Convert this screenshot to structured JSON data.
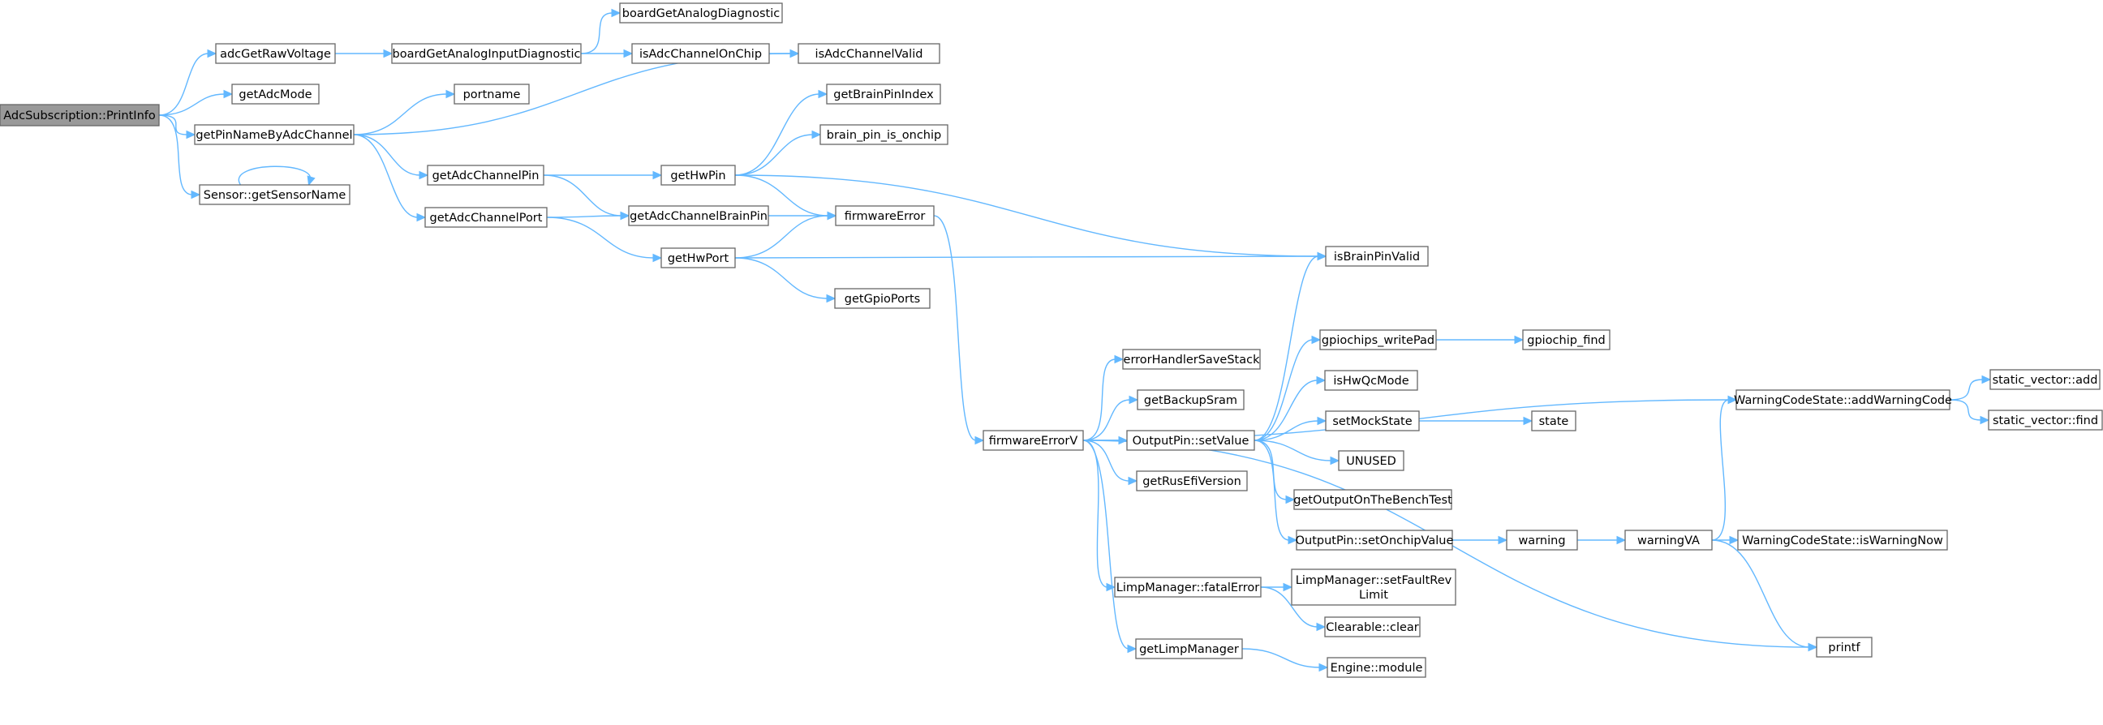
{
  "diagram": {
    "edge_color": "#63b8ff",
    "root_fill": "#999999",
    "node_border": "#666666",
    "nodes": [
      {
        "id": "root",
        "label": [
          "AdcSubscription::PrintInfo"
        ],
        "root": true
      },
      {
        "id": "adcGetRawVoltage",
        "label": [
          "adcGetRawVoltage"
        ]
      },
      {
        "id": "getAdcMode",
        "label": [
          "getAdcMode"
        ]
      },
      {
        "id": "getPinNameByAdcChannel",
        "label": [
          "getPinNameByAdcChannel"
        ]
      },
      {
        "id": "getSensorName",
        "label": [
          "Sensor::getSensorName"
        ]
      },
      {
        "id": "boardGetAnalogInputDiagnostic",
        "label": [
          "boardGetAnalogInputDiagnostic"
        ]
      },
      {
        "id": "boardGetAnalogDiagnostic",
        "label": [
          "boardGetAnalogDiagnostic"
        ]
      },
      {
        "id": "isAdcChannelOnChip",
        "label": [
          "isAdcChannelOnChip"
        ]
      },
      {
        "id": "isAdcChannelValid",
        "label": [
          "isAdcChannelValid"
        ]
      },
      {
        "id": "portname",
        "label": [
          "portname"
        ]
      },
      {
        "id": "getAdcChannelPin",
        "label": [
          "getAdcChannelPin"
        ]
      },
      {
        "id": "getAdcChannelPort",
        "label": [
          "getAdcChannelPort"
        ]
      },
      {
        "id": "getHwPin",
        "label": [
          "getHwPin"
        ]
      },
      {
        "id": "getAdcChannelBrainPin",
        "label": [
          "getAdcChannelBrainPin"
        ]
      },
      {
        "id": "getHwPort",
        "label": [
          "getHwPort"
        ]
      },
      {
        "id": "getBrainPinIndex",
        "label": [
          "getBrainPinIndex"
        ]
      },
      {
        "id": "brain_pin_is_onchip",
        "label": [
          "brain_pin_is_onchip"
        ]
      },
      {
        "id": "firmwareError",
        "label": [
          "firmwareError"
        ]
      },
      {
        "id": "getGpioPorts",
        "label": [
          "getGpioPorts"
        ]
      },
      {
        "id": "isBrainPinValid",
        "label": [
          "isBrainPinValid"
        ]
      },
      {
        "id": "firmwareErrorV",
        "label": [
          "firmwareErrorV"
        ]
      },
      {
        "id": "errorHandlerSaveStack",
        "label": [
          "errorHandlerSaveStack"
        ]
      },
      {
        "id": "getBackupSram",
        "label": [
          "getBackupSram"
        ]
      },
      {
        "id": "setValue",
        "label": [
          "OutputPin::setValue"
        ]
      },
      {
        "id": "getRusEfiVersion",
        "label": [
          "getRusEfiVersion"
        ]
      },
      {
        "id": "fatalError",
        "label": [
          "LimpManager::fatalError"
        ]
      },
      {
        "id": "getLimpManager",
        "label": [
          "getLimpManager"
        ]
      },
      {
        "id": "gpiochips_writePad",
        "label": [
          "gpiochips_writePad"
        ]
      },
      {
        "id": "gpiochip_find",
        "label": [
          "gpiochip_find"
        ]
      },
      {
        "id": "isHwQcMode",
        "label": [
          "isHwQcMode"
        ]
      },
      {
        "id": "setMockState",
        "label": [
          "setMockState"
        ]
      },
      {
        "id": "state",
        "label": [
          "state"
        ]
      },
      {
        "id": "UNUSED",
        "label": [
          "UNUSED"
        ]
      },
      {
        "id": "getOutputOnTheBenchTest",
        "label": [
          "getOutputOnTheBenchTest"
        ]
      },
      {
        "id": "setOnchipValue",
        "label": [
          "OutputPin::setOnchipValue"
        ]
      },
      {
        "id": "warning",
        "label": [
          "warning"
        ]
      },
      {
        "id": "warningVA",
        "label": [
          "warningVA"
        ]
      },
      {
        "id": "setFaultRevLimit",
        "label": [
          "LimpManager::setFaultRev",
          "Limit"
        ]
      },
      {
        "id": "clear",
        "label": [
          "Clearable::clear"
        ]
      },
      {
        "id": "module",
        "label": [
          "Engine::module"
        ]
      },
      {
        "id": "addWarningCode",
        "label": [
          "WarningCodeState::addWarningCode"
        ]
      },
      {
        "id": "static_vector_add",
        "label": [
          "static_vector::add"
        ]
      },
      {
        "id": "static_vector_find",
        "label": [
          "static_vector::find"
        ]
      },
      {
        "id": "isWarningNow",
        "label": [
          "WarningCodeState::isWarningNow"
        ]
      },
      {
        "id": "printf",
        "label": [
          "printf"
        ]
      }
    ],
    "edges": [
      [
        "root",
        "adcGetRawVoltage"
      ],
      [
        "root",
        "getAdcMode"
      ],
      [
        "root",
        "getPinNameByAdcChannel"
      ],
      [
        "root",
        "getSensorName"
      ],
      [
        "getSensorName",
        "getSensorName"
      ],
      [
        "adcGetRawVoltage",
        "boardGetAnalogInputDiagnostic"
      ],
      [
        "boardGetAnalogInputDiagnostic",
        "boardGetAnalogDiagnostic"
      ],
      [
        "boardGetAnalogInputDiagnostic",
        "isAdcChannelOnChip"
      ],
      [
        "isAdcChannelOnChip",
        "isAdcChannelValid"
      ],
      [
        "getPinNameByAdcChannel",
        "isAdcChannelValid"
      ],
      [
        "getPinNameByAdcChannel",
        "portname"
      ],
      [
        "getPinNameByAdcChannel",
        "getAdcChannelPin"
      ],
      [
        "getPinNameByAdcChannel",
        "getAdcChannelPort"
      ],
      [
        "getAdcChannelPin",
        "getHwPin"
      ],
      [
        "getAdcChannelPin",
        "getAdcChannelBrainPin"
      ],
      [
        "getAdcChannelPort",
        "getAdcChannelBrainPin"
      ],
      [
        "getAdcChannelPort",
        "getHwPort"
      ],
      [
        "getHwPin",
        "getBrainPinIndex"
      ],
      [
        "getHwPin",
        "brain_pin_is_onchip"
      ],
      [
        "getHwPin",
        "firmwareError"
      ],
      [
        "getHwPin",
        "isBrainPinValid"
      ],
      [
        "getAdcChannelBrainPin",
        "firmwareError"
      ],
      [
        "getHwPort",
        "firmwareError"
      ],
      [
        "getHwPort",
        "isBrainPinValid"
      ],
      [
        "getHwPort",
        "getGpioPorts"
      ],
      [
        "firmwareError",
        "firmwareErrorV"
      ],
      [
        "firmwareErrorV",
        "addWarningCode"
      ],
      [
        "firmwareErrorV",
        "errorHandlerSaveStack"
      ],
      [
        "firmwareErrorV",
        "getBackupSram"
      ],
      [
        "firmwareErrorV",
        "setValue"
      ],
      [
        "firmwareErrorV",
        "getRusEfiVersion"
      ],
      [
        "firmwareErrorV",
        "fatalError"
      ],
      [
        "firmwareErrorV",
        "getLimpManager"
      ],
      [
        "firmwareErrorV",
        "printf"
      ],
      [
        "setValue",
        "isBrainPinValid"
      ],
      [
        "setValue",
        "gpiochips_writePad"
      ],
      [
        "setValue",
        "isHwQcMode"
      ],
      [
        "setValue",
        "setMockState"
      ],
      [
        "setValue",
        "UNUSED"
      ],
      [
        "setValue",
        "getOutputOnTheBenchTest"
      ],
      [
        "setValue",
        "setOnchipValue"
      ],
      [
        "gpiochips_writePad",
        "gpiochip_find"
      ],
      [
        "setMockState",
        "state"
      ],
      [
        "setOnchipValue",
        "warning"
      ],
      [
        "warning",
        "warningVA"
      ],
      [
        "warningVA",
        "addWarningCode"
      ],
      [
        "warningVA",
        "isWarningNow"
      ],
      [
        "warningVA",
        "printf"
      ],
      [
        "addWarningCode",
        "static_vector_add"
      ],
      [
        "addWarningCode",
        "static_vector_find"
      ],
      [
        "fatalError",
        "setFaultRevLimit"
      ],
      [
        "fatalError",
        "clear"
      ],
      [
        "getLimpManager",
        "module"
      ]
    ]
  }
}
